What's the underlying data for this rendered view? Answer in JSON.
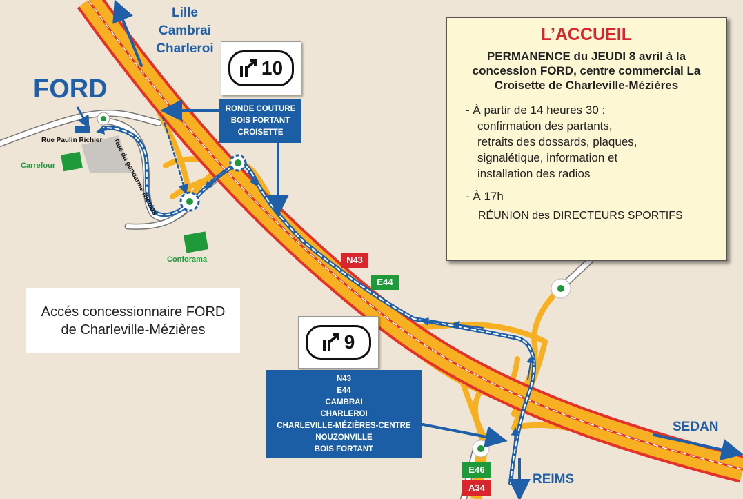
{
  "destinations": {
    "north": [
      "Lille",
      "Cambrai",
      "Charleroi"
    ],
    "east": "SEDAN",
    "south": "REIMS"
  },
  "ford_label": "FORD",
  "places": {
    "street_paulin": "Rue Paulin Richier",
    "street_gendarme": "Rue du gendarme Nicolas",
    "carrefour": "Carrefour",
    "conforama": "Conforama"
  },
  "exit10": {
    "number": "10",
    "panel": [
      "RONDE COUTURE",
      "BOIS FORTANT",
      "CROISETTE"
    ]
  },
  "exit9": {
    "number": "9",
    "panel": [
      "N43",
      "E44",
      "CAMBRAI",
      "CHARLEROI",
      "CHARLEVILLE-MÉZIÈRES-CENTRE",
      "NOUZONVILLE",
      "BOIS FORTANT"
    ]
  },
  "road_tags": {
    "n43": "N43",
    "e44": "E44",
    "e46": "E46",
    "a34": "A34"
  },
  "info_box": {
    "title": "L’ACCUEIL",
    "lead": "PERMANENCE du JEUDI 8 avril à la concession FORD, centre commercial La Croisette de Charleville-Mézières",
    "item1_head": "- À partir de 14 heures 30 :",
    "item1_lines": [
      "confirmation des partants,",
      "retraits des dossards, plaques,",
      "signalétique, information et",
      "installation des radios"
    ],
    "item2_head": "- À 17h",
    "item2_note": "RÉUNION des DIRECTEURS SPORTIFS"
  },
  "caption": [
    "Accés concessionnaire FORD",
    "de Charleville-Mézières"
  ],
  "colors": {
    "background": "#eee5d6",
    "road_fill": "#f6b021",
    "road_edge": "#e2322a",
    "ramp": "#f6b021",
    "route_blue": "#1f5fa8",
    "panel_blue": "#1b5ea6",
    "tag_red": "#d8262c",
    "tag_green": "#1f9a3a",
    "info_bg": "#fdf7d3"
  }
}
